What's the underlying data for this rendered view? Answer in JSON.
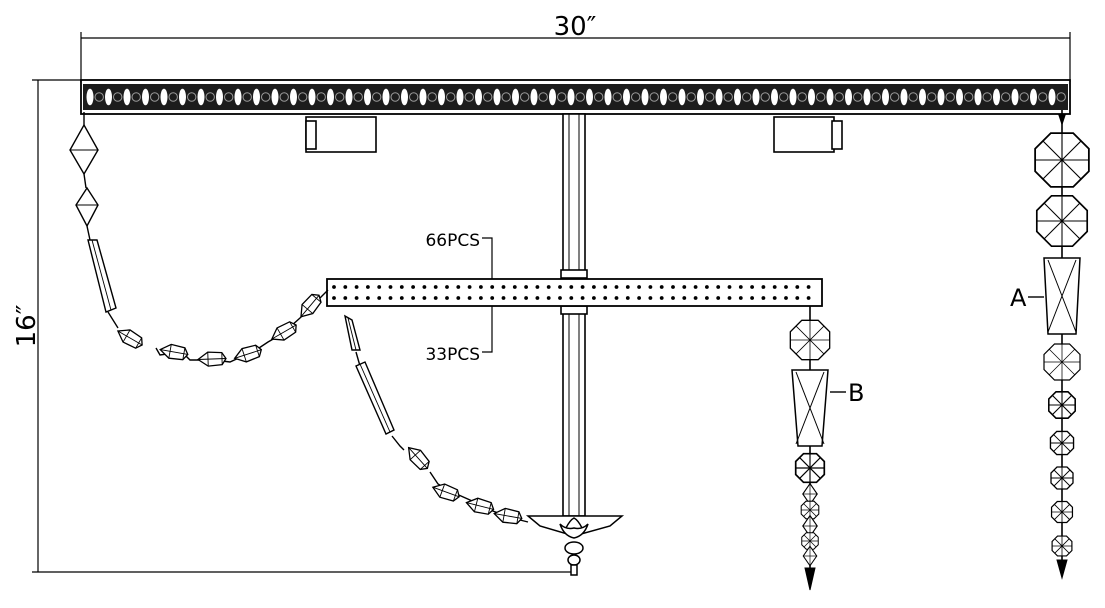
{
  "dimensions": {
    "width_label": "30″",
    "height_label": "16″"
  },
  "callouts": {
    "top_count": "66PCS",
    "bottom_count": "33PCS",
    "pendant_a": "A",
    "pendant_b": "B"
  },
  "colors": {
    "line": "#000000",
    "background": "#ffffff",
    "bead_band": "#1a1a1a"
  }
}
